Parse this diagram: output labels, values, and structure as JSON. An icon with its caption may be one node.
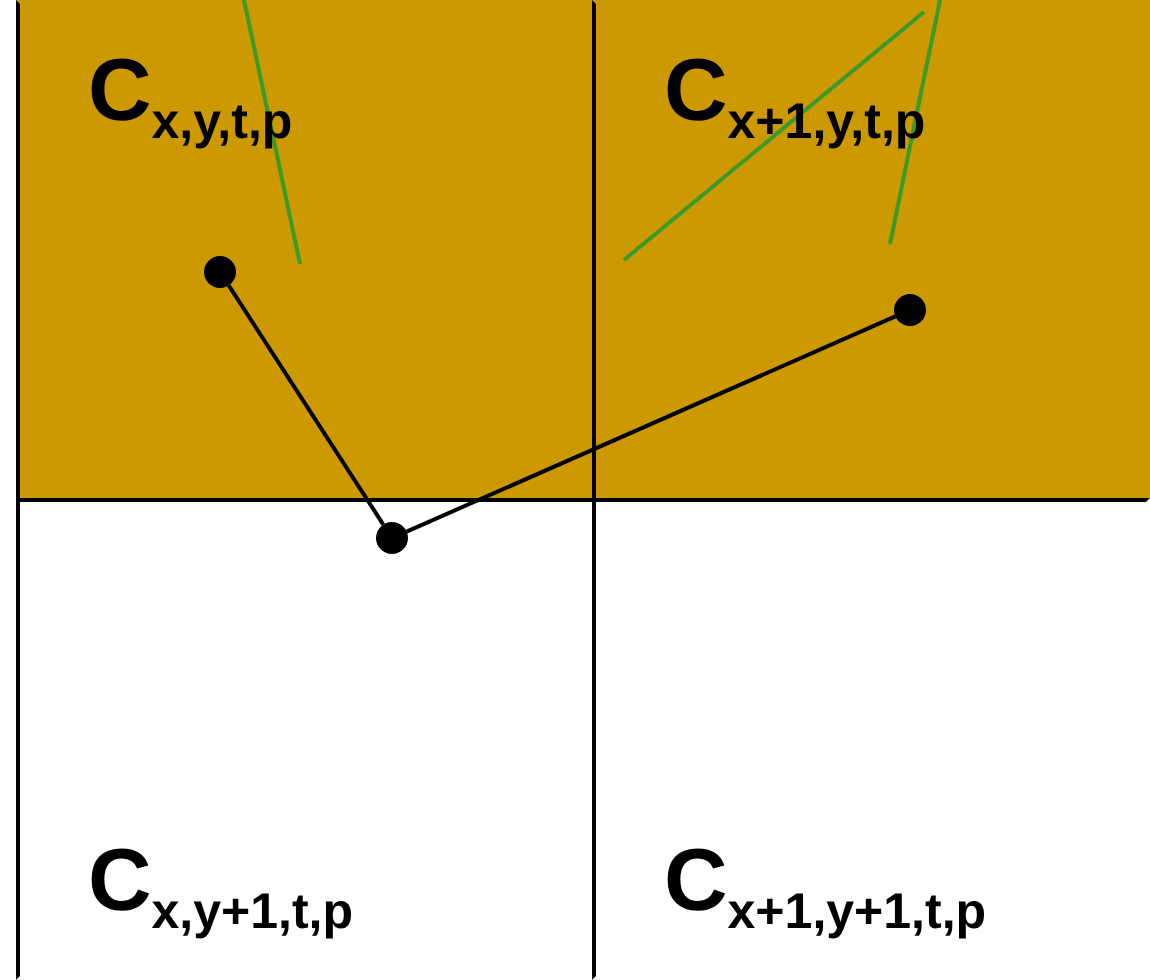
{
  "diagram": {
    "nodes": [
      {
        "text": [
          "C$_{x,y,t,p}$"
        ]
      },
      {
        "text": [
          "C$_{x+1,y,t,p}$"
        ]
      },
      {
        "text": [
          "C$_{x,y+1,t,p}$"
        ]
      },
      {
        "text": [
          "C$_{x+1,y+1,t,p}$"
        ]
      },
      {
        "text": [],
        "shape": "circle",
        "in": 0
      },
      {
        "text": [],
        "shape": "circle",
        "in": 2
      },
      {
        "text": [],
        "shape": "circle",
        "in": 1
      }
    ],
    "edges": [
      {
        "from": 4,
        "to": 5,
        "arrow": "none"
      },
      {
        "from": 5,
        "to": 6,
        "arrow": "none"
      }
    ]
  }
}
